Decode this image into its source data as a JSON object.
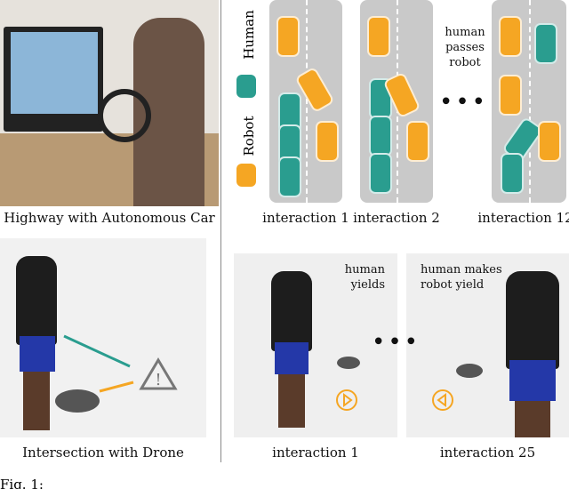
{
  "colors": {
    "human": "#2a9d8f",
    "robot": "#f5a623"
  },
  "top_left": {
    "caption": "Highway with Autonomous Car"
  },
  "bottom_left": {
    "caption": "Intersection with Drone",
    "warning_icon": "warning-triangle-icon"
  },
  "top_right": {
    "legend": {
      "human": "Human",
      "robot": "Robot"
    },
    "annotation": "human passes robot",
    "panels": [
      {
        "label": "interaction 1"
      },
      {
        "label": "interaction 2"
      },
      {
        "label": "interaction 12"
      }
    ],
    "ellipsis": "•••"
  },
  "bottom_right": {
    "panels": [
      {
        "label": "interaction 1",
        "annotation": "human yields",
        "icon": "play-right-icon"
      },
      {
        "label": "interaction 25",
        "annotation": "human makes robot yield",
        "icon": "play-left-icon"
      }
    ],
    "ellipsis": "•••"
  },
  "caption": "Fig. 1:"
}
